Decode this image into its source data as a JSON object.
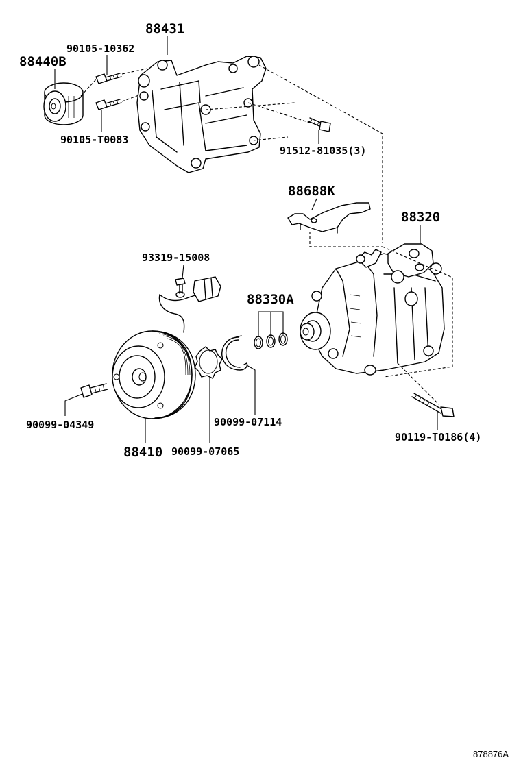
{
  "diagram_id": "878876A",
  "callouts": {
    "p88431": "88431",
    "p90105_10362": "90105-10362",
    "p88440B": "88440B",
    "p90105_T0083": "90105-T0083",
    "p91512_81035": "91512-81035(3)",
    "p88688K": "88688K",
    "p88320": "88320",
    "p93319_15008": "93319-15008",
    "p88330A": "88330A",
    "p90099_07114": "90099-07114",
    "p90119_T0186": "90119-T0186(4)",
    "p90099_04349": "90099-04349",
    "p88410": "88410",
    "p90099_07065": "90099-07065"
  }
}
